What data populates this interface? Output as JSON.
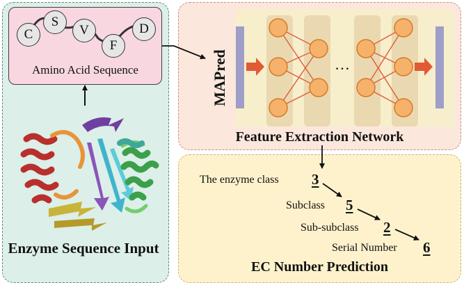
{
  "sequence": {
    "letters": [
      "C",
      "S",
      "V",
      "F",
      "D"
    ],
    "label": "Amino Acid Sequence"
  },
  "input_title": "Enzyme Sequence Input",
  "network": {
    "model_name": "MAPred",
    "ellipsis": "…",
    "title": "Feature Extraction Network"
  },
  "ec": {
    "title": "EC Number Prediction",
    "levels": [
      {
        "label": "The enzyme class",
        "value": "3"
      },
      {
        "label": "Subclass",
        "value": "5"
      },
      {
        "label": "Sub-subclass",
        "value": "2"
      },
      {
        "label": "Serial Number",
        "value": "6"
      }
    ]
  },
  "colors": {
    "input_panel": "#dcefe9",
    "network_panel": "#fbe7dc",
    "ec_panel": "#fdf2cc",
    "node_fill": "#f6b26b",
    "connection": "#e06040",
    "bar": "#9e9ec8"
  }
}
